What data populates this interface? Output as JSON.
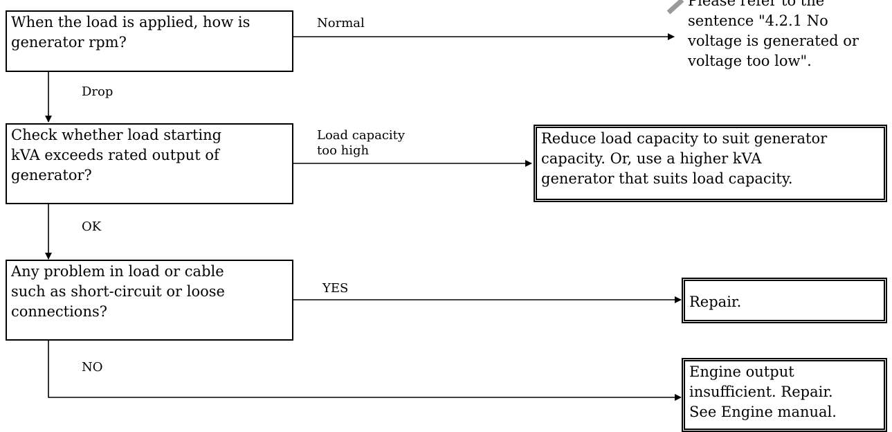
{
  "questions": [
    {
      "lines": [
        "When the load is applied, how is",
        "generator rpm?"
      ]
    },
    {
      "lines": [
        "Check whether load starting",
        "kVA exceeds rated output of",
        "generator?"
      ]
    },
    {
      "lines": [
        "Any problem in load or cable",
        "such as short-circuit or loose",
        "connections?"
      ]
    }
  ],
  "refer_note": {
    "lines": [
      "Please refer to the",
      "sentence \"4.2.1 No",
      "voltage is generated or",
      "voltage too low\"."
    ]
  },
  "results": [
    {
      "lines": [
        "Reduce load capacity to suit generator",
        "capacity. Or, use a higher kVA",
        "generator that suits load capacity."
      ]
    },
    {
      "lines": [
        "Repair."
      ]
    },
    {
      "lines": [
        "Engine output",
        "insufficient. Repair.",
        "See Engine manual."
      ]
    }
  ],
  "branch_labels": {
    "normal": "Normal",
    "drop": "Drop",
    "load_capacity_high": [
      "Load capacity",
      "too high"
    ],
    "ok": "OK",
    "yes": "YES",
    "no": "NO"
  }
}
